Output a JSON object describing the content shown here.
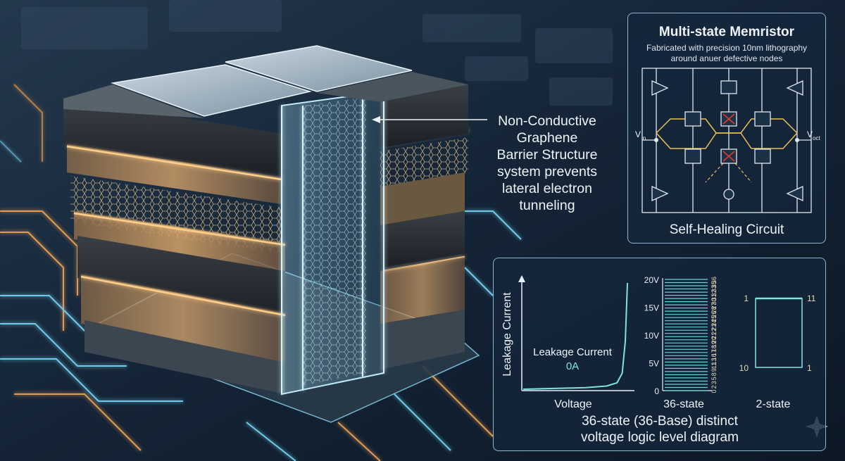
{
  "circuit_panel": {
    "title": "Multi-state Memristor",
    "subtitle_line1": "Fabricated with precision 10nm lithography",
    "subtitle_line2": "around anuer defective nodes",
    "vin_label": "V",
    "vin_sub": "in",
    "vout_label": "V",
    "vout_sub": "oct",
    "footer": "Self-Healing Circuit"
  },
  "callout": {
    "lines": [
      "Non-Conductive",
      "Graphene",
      "Barrier Structure",
      "system prevents",
      "lateral electron",
      "tunneling"
    ]
  },
  "charts_panel": {
    "caption_line1": "36-state (36-Base) distinct",
    "caption_line2": "voltage logic level diagram"
  },
  "chart_data": [
    {
      "type": "line",
      "title": "",
      "xlabel": "Voltage",
      "ylabel": "Leakage Current",
      "annotation": "Leakage Current",
      "annotation_value": "0A",
      "series": [
        {
          "x": [
            0,
            0.2,
            0.4,
            0.6,
            0.8,
            0.9,
            0.95,
            0.98,
            1.0
          ],
          "y": [
            0,
            0.005,
            0.01,
            0.015,
            0.03,
            0.06,
            0.15,
            0.45,
            1.0
          ]
        }
      ],
      "colors": {
        "curve": "#7fe3e0",
        "axis": "#e6eef5"
      }
    },
    {
      "type": "bar",
      "title": "",
      "xlabel": "36-state",
      "y_tick_labels": [
        "0",
        "5V",
        "10V",
        "15V",
        "20V"
      ],
      "y_tick_values": [
        0,
        5,
        10,
        15,
        20
      ],
      "ylim": [
        0,
        20
      ],
      "levels": 36,
      "right_labels": [
        "0",
        "2",
        "3",
        "5",
        "8",
        "9",
        "11",
        "13",
        "16",
        "17",
        "18",
        "19",
        "20",
        "21",
        "22",
        "23",
        "24",
        "25",
        "26",
        "28",
        "27",
        "30",
        "31",
        "32",
        "33",
        "35",
        "36"
      ],
      "colors": {
        "lines": "#66d4d6",
        "labels": "#e3d9b0"
      }
    },
    {
      "type": "bar",
      "title": "",
      "xlabel": "2-state",
      "left_labels": [
        "1",
        "10"
      ],
      "right_labels": [
        "11",
        "1"
      ],
      "colors": {
        "box": "#7fe3e0",
        "labels": "#e3d9b0"
      }
    }
  ]
}
